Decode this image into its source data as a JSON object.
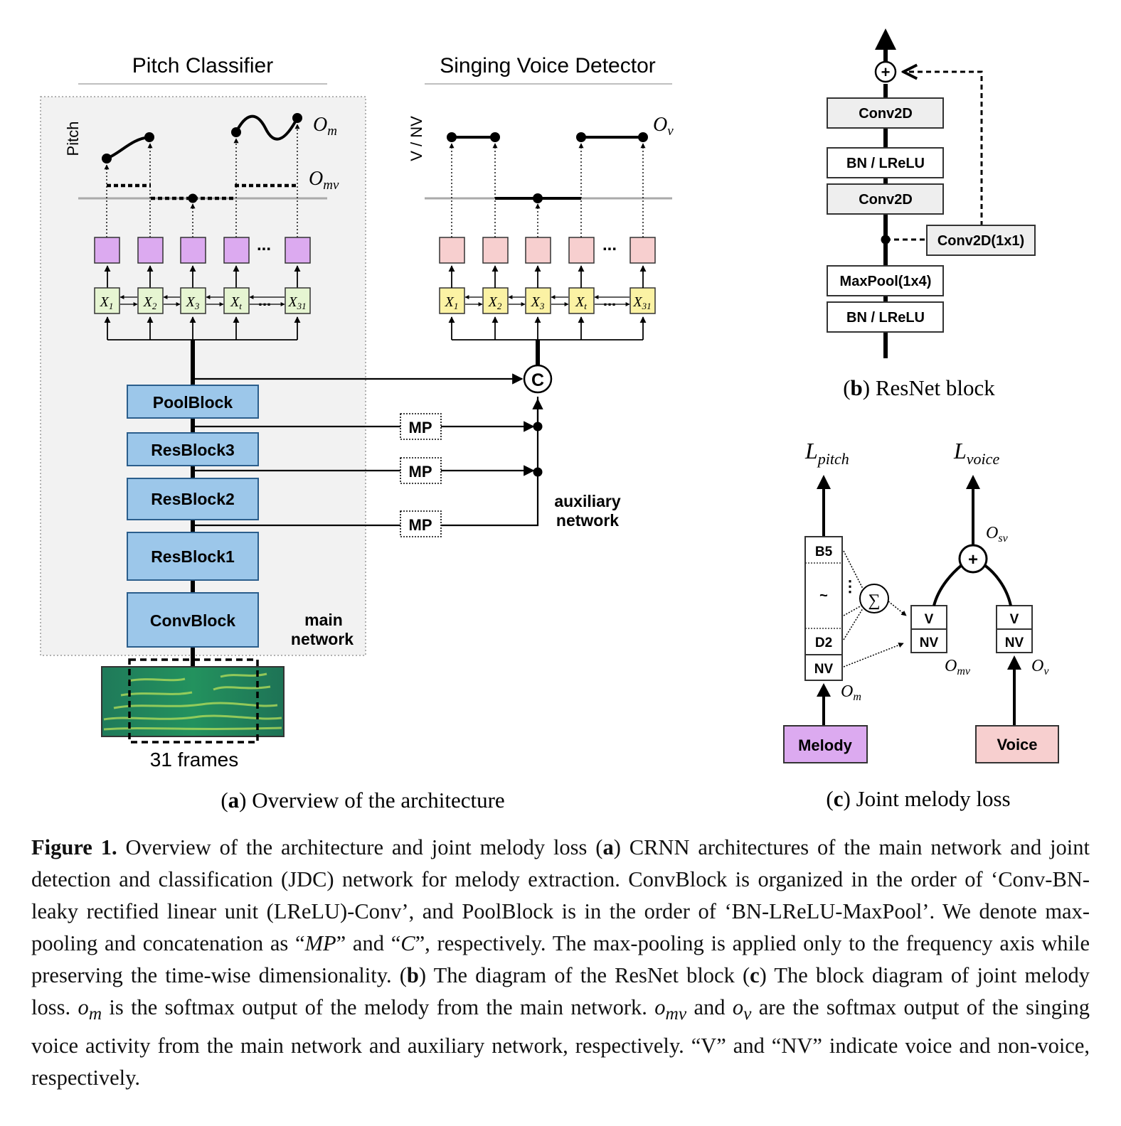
{
  "panel_a": {
    "title_left": "Pitch Classifier",
    "title_right": "Singing Voice Detector",
    "axis_pitch": "Pitch",
    "axis_vnv": "V / NV",
    "o_m": "O",
    "o_m_sub": "m",
    "o_mv": "O",
    "o_mv_sub": "mv",
    "o_v": "O",
    "o_v_sub": "v",
    "ellipsis": "...",
    "x_labels": [
      {
        "b": "X",
        "s": "1"
      },
      {
        "b": "X",
        "s": "2"
      },
      {
        "b": "X",
        "s": "3"
      },
      {
        "b": "X",
        "s": "t"
      },
      {
        "b": "X",
        "s": "31"
      }
    ],
    "blocks": [
      "PoolBlock",
      "ResBlock3",
      "ResBlock2",
      "ResBlock1",
      "ConvBlock"
    ],
    "mp_label": "MP",
    "concat_label": "C",
    "aux_label_1": "auxiliary",
    "aux_label_2": "network",
    "main_label_1": "main",
    "main_label_2": "network",
    "frames_label": "31 frames",
    "caption_letter": "a",
    "caption_text": " Overview of the architecture",
    "colors": {
      "block_fill": "#9cc7ea",
      "block_stroke": "#2b5e8c",
      "purple": "#dcaaf0",
      "pink": "#f7cfcf",
      "green_x": "#e6f5d2",
      "yellow_x": "#fbf2a4",
      "main_bg": "#f2f2f2"
    }
  },
  "panel_b": {
    "layers": [
      "Conv2D",
      "BN / LReLU",
      "Conv2D",
      "MaxPool(1x4)",
      "BN / LReLU"
    ],
    "shortcut": "Conv2D(1x1)",
    "plus": "+",
    "caption_letter": "b",
    "caption_text": " ResNet block"
  },
  "panel_c": {
    "l_pitch": "L",
    "l_pitch_sub": "pitch",
    "l_voice": "L",
    "l_voice_sub": "voice",
    "bins": [
      "B5",
      "~",
      "D2",
      "NV"
    ],
    "sigma": "∑",
    "vdots": "⋮",
    "box_v": "V",
    "box_nv": "NV",
    "o_sv": "O",
    "o_sv_sub": "sv",
    "o_mv": "O",
    "o_mv_sub": "mv",
    "o_v": "O",
    "o_v_sub": "v",
    "o_m": "O",
    "o_m_sub": "m",
    "melody": "Melody",
    "voice": "Voice",
    "plus": "+",
    "caption_letter": "c",
    "caption_text": " Joint melody loss"
  },
  "caption": {
    "label": "Figure 1.",
    "s1": " Overview of the architecture and joint melody loss (",
    "a": "a",
    "s2": ") CRNN architectures of the main network and joint detection and classification (JDC) network for melody extraction.  ConvBlock is organized in the order of ‘Conv-BN-leaky rectified linear unit (LReLU)-Conv’, and PoolBlock is in the order of ‘BN-LReLU-MaxPool’.  We denote max-pooling and concatenation as “",
    "mp": "MP",
    "s3": "” and “",
    "c": "C",
    "s4": "”, respectively. The  max-pooling is applied only to the frequency axis while preserving the time-wise dimensionality. (",
    "b": "b",
    "s5": ")  The diagram of the ResNet block (",
    "c2": "c",
    "s6": ") The block diagram of joint melody loss. ",
    "om": "o",
    "om_sub": "m",
    "s7": " is the softmax output of the melody from the main network. ",
    "omv": "o",
    "omv_sub": "mv",
    "s8": " and ",
    "ov": "o",
    "ov_sub": "v",
    "s9": " are the softmax output of the singing voice activity from the main network and auxiliary network, respectively. “V” and “NV” indicate voice and non-voice, respectively."
  }
}
